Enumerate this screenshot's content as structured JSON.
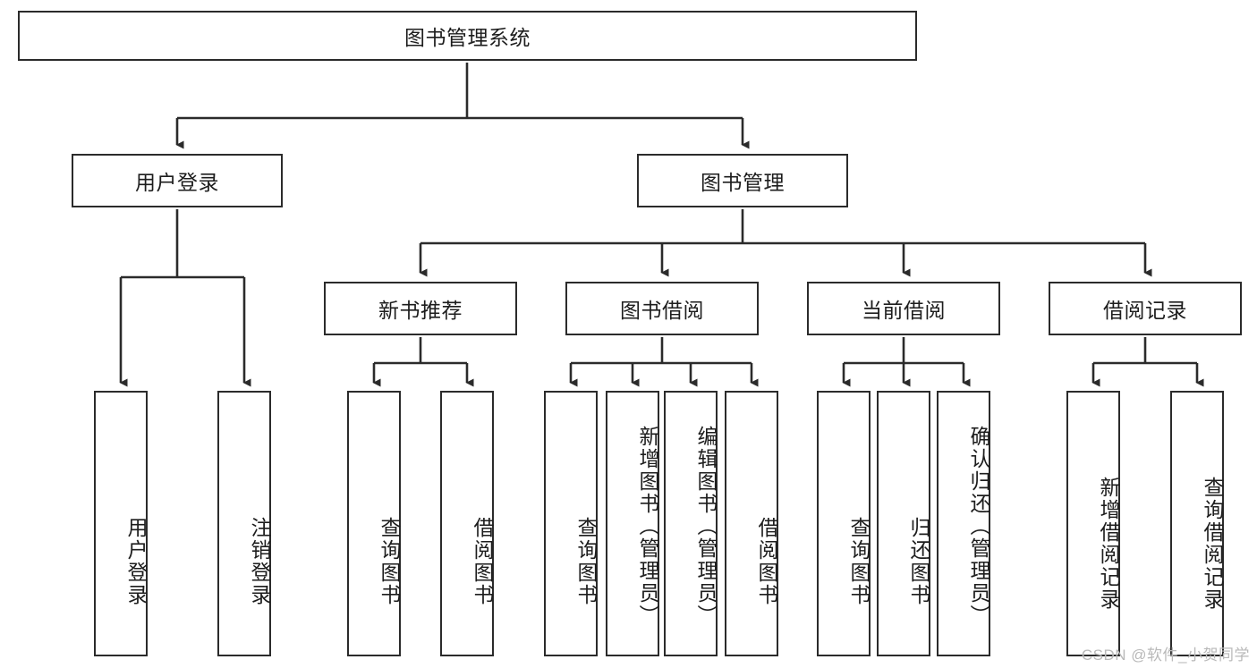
{
  "diagram": {
    "title": "图书管理系统",
    "type": "hierarchy-tree",
    "root": {
      "label": "图书管理系统"
    },
    "level2": [
      {
        "label": "用户登录"
      },
      {
        "label": "图书管理"
      }
    ],
    "level3": [
      {
        "label": "新书推荐"
      },
      {
        "label": "图书借阅"
      },
      {
        "label": "当前借阅"
      },
      {
        "label": "借阅记录"
      }
    ],
    "leaves": {
      "user_login": [
        {
          "label": "用户登录"
        },
        {
          "label": "注销登录"
        }
      ],
      "new_book_recommend": [
        {
          "label": "查询图书"
        },
        {
          "label": "借阅图书"
        }
      ],
      "book_borrow": [
        {
          "label": "查询图书"
        },
        {
          "label": "新增图书（管理员）"
        },
        {
          "label": "编辑图书（管理员）"
        },
        {
          "label": "借阅图书"
        }
      ],
      "current_borrow": [
        {
          "label": "查询图书"
        },
        {
          "label": "归还图书"
        },
        {
          "label": "确认归还（管理员）"
        }
      ],
      "borrow_records": [
        {
          "label": "新增借阅记录"
        },
        {
          "label": "查询借阅记录"
        }
      ]
    }
  },
  "watermark": {
    "text": "CSDN @软件_小贺同学"
  },
  "colors": {
    "stroke": "#2b2b2b",
    "text": "#1d1d1d",
    "background": "#ffffff",
    "watermark": "#b9b9b9"
  }
}
